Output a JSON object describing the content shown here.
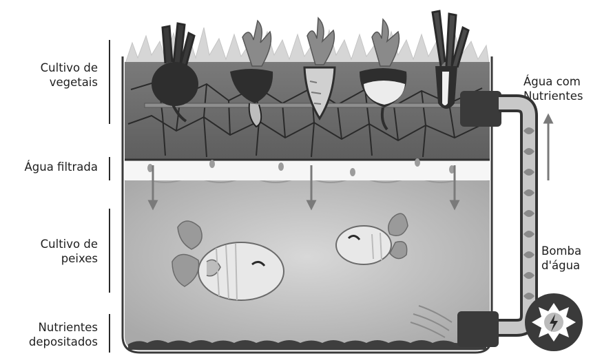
{
  "labels": {
    "cultivo_vegetais": "Cultivo de\nvegetais",
    "agua_filtrada": "Água filtrada",
    "cultivo_peixes": "Cultivo de\npeixes",
    "nutrientes_depositados": "Nutrientes\ndepositados",
    "agua_com_nutrientes": "Água com\nNutrientes",
    "bomba_dagua": "Bomba\nd'água"
  },
  "icons": [
    "plant-icon",
    "beet-icon",
    "radish-icon",
    "carrot-icon",
    "turnip-icon",
    "leek-icon",
    "fish-icon",
    "pump-icon",
    "lightning-icon",
    "arrow-down-icon",
    "arrow-up-icon",
    "leaf-icon"
  ],
  "colors": {
    "outline": "#2b2b2b",
    "tank_water": "#bdbdbd",
    "soil": "#6a6a6a",
    "grass": "#d2d2d2",
    "pipe": "#3a3a3a"
  }
}
